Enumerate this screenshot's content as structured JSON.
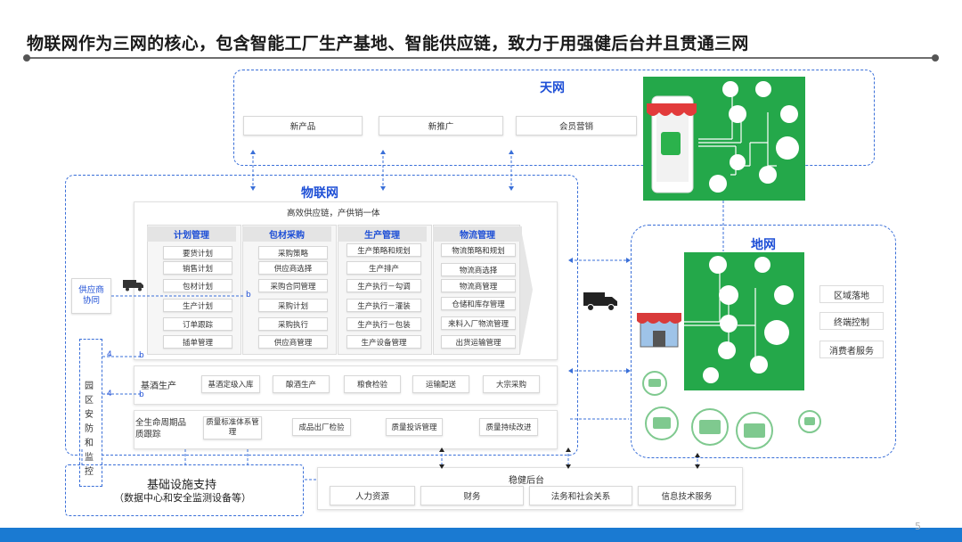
{
  "title": "物联网作为三网的核心，包含智能工厂生产基地、智能供应链，致力于用强健后台并且贯通三网",
  "tianwang": {
    "title": "天网",
    "items": [
      "新产品",
      "新推广",
      "会员营销"
    ]
  },
  "wulianwang": {
    "title": "物联网",
    "subtitle": "高效供应链，产供销一体",
    "supplier_label": "供应商协同",
    "columns": [
      {
        "header": "计划管理",
        "items": [
          "要货计划",
          "销售计划",
          "包材计划",
          "生产计划",
          "订单跟踪",
          "插单管理"
        ]
      },
      {
        "header": "包材采购",
        "items": [
          "采购策略",
          "供应商选择",
          "采购合同管理",
          "采购计划",
          "采购执行",
          "供应商管理"
        ]
      },
      {
        "header": "生产管理",
        "items": [
          "生产策略和规划",
          "生产排产",
          "生产执行－勾调",
          "生产执行－灌装",
          "生产执行－包装",
          "生产设备管理"
        ]
      },
      {
        "header": "物流管理",
        "items": [
          "物流策略和规划",
          "物流商选择",
          "物流商管理",
          "仓储和库存管理",
          "来料入厂物流管理",
          "出货运输管理"
        ]
      }
    ],
    "base_production": {
      "label": "基酒生产",
      "items": [
        "基酒定级入库",
        "酿酒生产",
        "粮食检验",
        "运输配送",
        "大宗采购"
      ]
    },
    "quality": {
      "label": "全生命周期品质跟踪",
      "items": [
        "质量标准体系管理",
        "成品出厂检验",
        "质量投诉管理",
        "质量持续改进"
      ]
    }
  },
  "park_security": "园区安防和监控",
  "infrastructure": {
    "title": "基础设施支持",
    "subtitle": "（数据中心和安全监测设备等）"
  },
  "backend": {
    "title": "稳健后台",
    "items": [
      "人力资源",
      "财务",
      "法务和社会关系",
      "信息技术服务"
    ]
  },
  "diwang": {
    "title": "地网",
    "items": [
      "区域落地",
      "终端控制",
      "消费者服务"
    ]
  },
  "connector_labels": {
    "four_a": "4",
    "four_b": "4",
    "b1": "b",
    "b2": "b",
    "b3": "b"
  },
  "page_number": "5",
  "colors": {
    "accent_blue": "#1e4fd6",
    "green": "#24a84a",
    "footer": "#1a7ad2"
  }
}
